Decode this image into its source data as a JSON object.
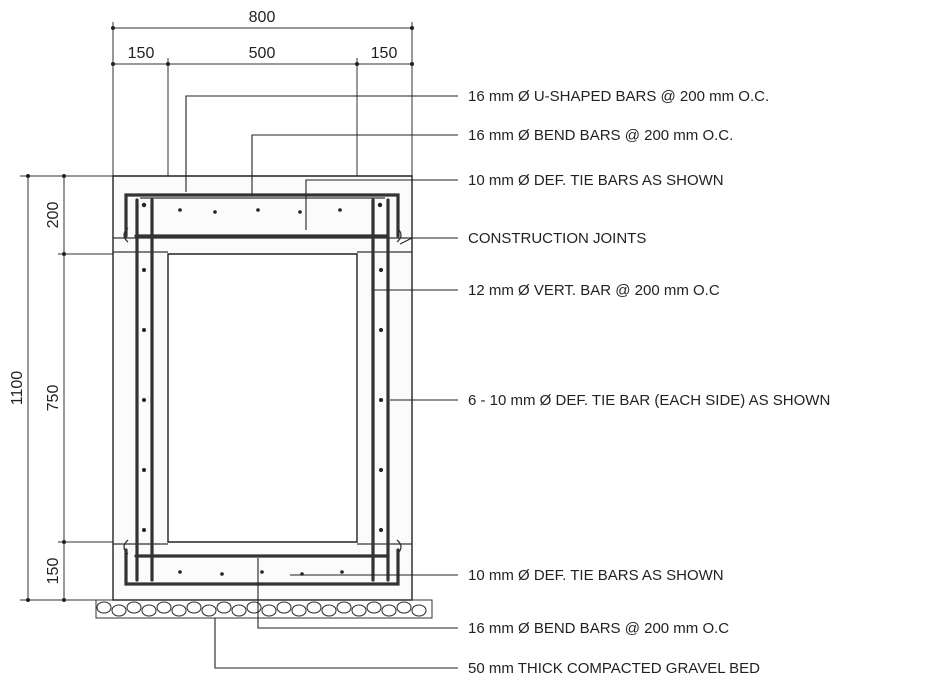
{
  "dimensions": {
    "overall_width": "800",
    "left_wall": "150",
    "inner_width": "500",
    "right_wall": "150",
    "overall_height": "1100",
    "top_slab": "200",
    "inner_height": "750",
    "bottom_slab": "150"
  },
  "callouts": [
    "16 mm Ø U-SHAPED BARS @ 200 mm O.C.",
    "16 mm Ø BEND BARS @ 200 mm O.C.",
    "10 mm Ø DEF. TIE BARS AS SHOWN",
    "CONSTRUCTION JOINTS",
    "12 mm Ø VERT. BAR @ 200 mm O.C",
    "6 - 10 mm Ø DEF. TIE BAR (EACH SIDE) AS SHOWN",
    "10 mm Ø DEF. TIE BARS AS SHOWN",
    "16 mm Ø BEND BARS @ 200 mm O.C",
    "50 mm THICK COMPACTED GRAVEL BED"
  ]
}
